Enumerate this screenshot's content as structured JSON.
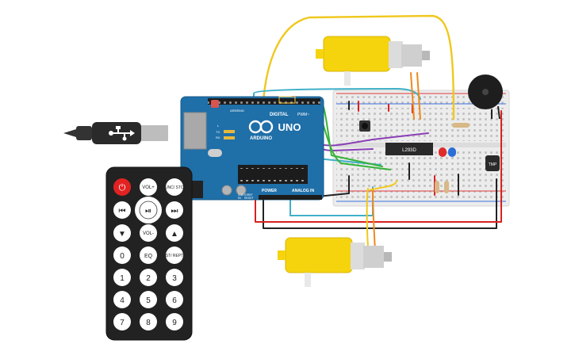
{
  "arduino": {
    "brand": "ARDUINO",
    "model": "UNO",
    "header_digital": "DIGITAL",
    "header_pwm": "PWM~",
    "header_power": "POWER",
    "header_analog": "ANALOG IN",
    "label_aref": "AREF",
    "label_gnd": "GND",
    "label_l": "L",
    "label_tx": "TX",
    "label_rx": "RX",
    "label_ioref": "IOREF",
    "label_reset": "RESET",
    "label_3v3": "3.3V",
    "label_5v": "5V"
  },
  "breadboard": {
    "driver_chip_label": "L293D",
    "temp_sensor_label": "TMP"
  },
  "remote": {
    "buttons": {
      "power": "⏻",
      "vol_up": "VOL+",
      "func_stop": "FUNC/ STOP",
      "prev": "⏮",
      "play_pause": "⏯",
      "next": "⏭",
      "down": "▼",
      "vol_down": "VOL-",
      "up": "▲",
      "zero": "0",
      "eq": "EQ",
      "st_rept": "ST/ REPT",
      "one": "1",
      "two": "2",
      "three": "3",
      "four": "4",
      "five": "5",
      "six": "6",
      "seven": "7",
      "eight": "8",
      "nine": "9"
    }
  },
  "colors": {
    "arduino_board": "#1f6fa8",
    "breadboard": "#eeeeee",
    "rail_red": "#e03a3a",
    "rail_blue": "#3a6fe0",
    "motor_yellow": "#f5d40e",
    "remote_body": "#222222",
    "remote_red": "#e22222",
    "wire_yellow": "#f0c81e",
    "wire_red": "#d92121",
    "wire_black": "#222222",
    "wire_green": "#35b339",
    "wire_purple": "#8a3fb5",
    "wire_cyan": "#3fb0c8",
    "wire_orange": "#ee8a1c",
    "led_red": "#e02b2b",
    "led_blue": "#2a6ed6"
  }
}
